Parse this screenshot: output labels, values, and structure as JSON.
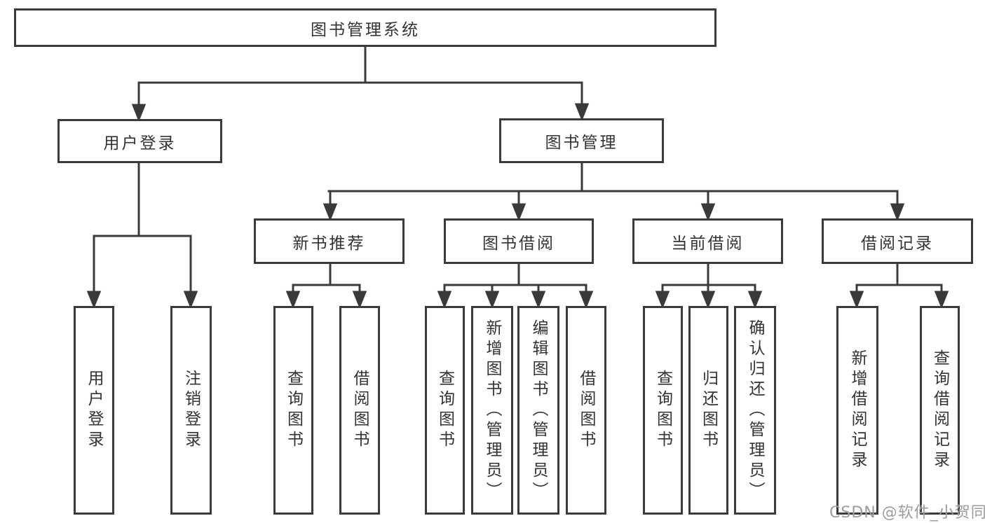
{
  "title": "图书管理系统",
  "watermark": {
    "text": "CSDN @软件_小贺同学",
    "color": "#9c9c9c"
  },
  "colors": {
    "line": "#3a3a3a",
    "box_border": "#3a3a3a",
    "text": "#333333",
    "background": "#ffffff"
  },
  "tree": {
    "root": {
      "label": "图书管理系统",
      "children": [
        {
          "label": "用户登录",
          "children": [
            {
              "label": "用户登录"
            },
            {
              "label": "注销登录"
            }
          ]
        },
        {
          "label": "图书管理",
          "children": [
            {
              "label": "新书推荐",
              "children": [
                {
                  "label": "查询图书"
                },
                {
                  "label": "借阅图书"
                }
              ]
            },
            {
              "label": "图书借阅",
              "children": [
                {
                  "label": "查询图书"
                },
                {
                  "label": "新增图书（管理员）"
                },
                {
                  "label": "编辑图书（管理员）"
                },
                {
                  "label": "借阅图书"
                }
              ]
            },
            {
              "label": "当前借阅",
              "children": [
                {
                  "label": "查询图书"
                },
                {
                  "label": "归还图书"
                },
                {
                  "label": "确认归还（管理员）"
                }
              ]
            },
            {
              "label": "借阅记录",
              "children": [
                {
                  "label": "新增借阅记录"
                },
                {
                  "label": "查询借阅记录"
                }
              ]
            }
          ]
        }
      ]
    }
  }
}
